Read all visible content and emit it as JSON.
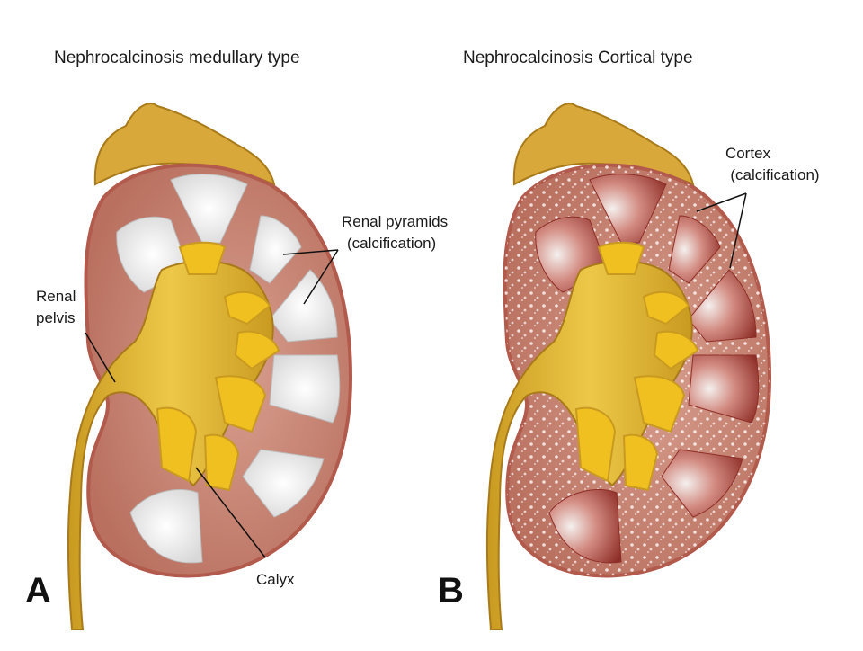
{
  "panels": {
    "a": {
      "title": "Nephrocalcinosis medullary type",
      "letter": "A",
      "labels": {
        "pyramids_line1": "Renal pyramids",
        "pyramids_line2": "(calcification)",
        "pelvis_line1": "Renal",
        "pelvis_line2": "pelvis",
        "calyx": "Calyx"
      }
    },
    "b": {
      "title": "Nephrocalcinosis Cortical type",
      "letter": "B",
      "labels": {
        "cortex_line1": "Cortex",
        "cortex_line2": "(calcification)"
      }
    }
  },
  "colors": {
    "parenchyma": "#c98a78",
    "capsule": "#b25a4c",
    "adrenal": "#d9a83a",
    "pelvis": "#e3bd3c",
    "calyx_fill": "#f0c020",
    "calcification": "#f2f2f2",
    "pyramid_red": "#a33a33"
  }
}
